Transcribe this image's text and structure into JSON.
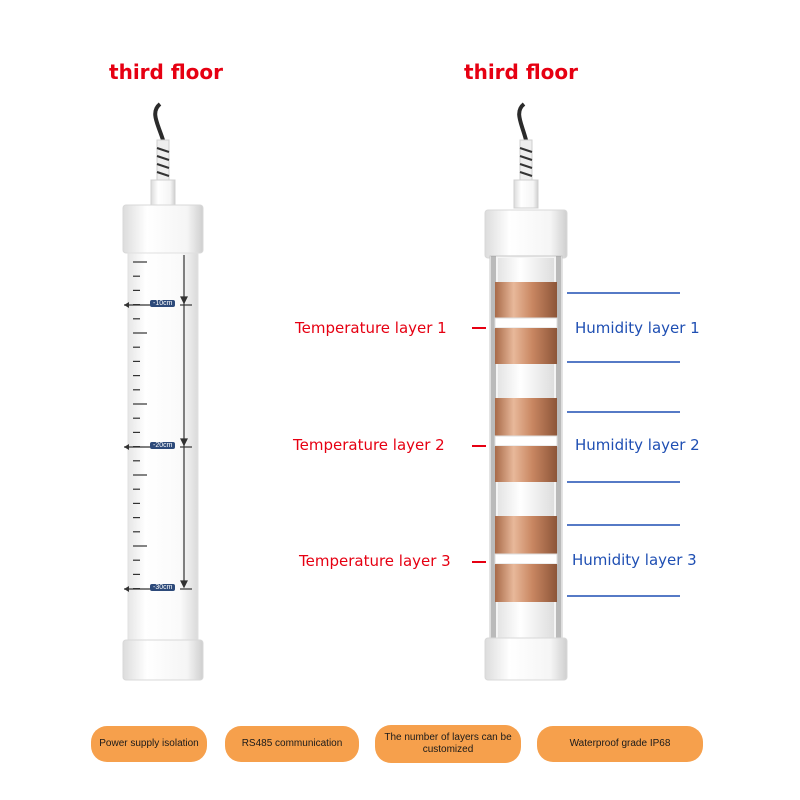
{
  "left_product": {
    "title": "third floor",
    "depth_marks": [
      "-10cm",
      "-20cm",
      "-30cm"
    ]
  },
  "right_product": {
    "title": "third floor",
    "temperature_layers": [
      "Temperature layer 1",
      "Temperature layer 2",
      "Temperature layer 3"
    ],
    "humidity_layers": [
      "Humidity layer 1",
      "Humidity layer 2",
      "Humidity layer 3"
    ]
  },
  "features": [
    "Power supply isolation",
    "RS485 communication",
    "The number of layers can be customized",
    "Waterproof grade IP68"
  ],
  "colors": {
    "accent_red": "#e60012",
    "accent_blue": "#1f4fb3",
    "pill_orange": "#f6a04c",
    "copper": "#c98762"
  }
}
